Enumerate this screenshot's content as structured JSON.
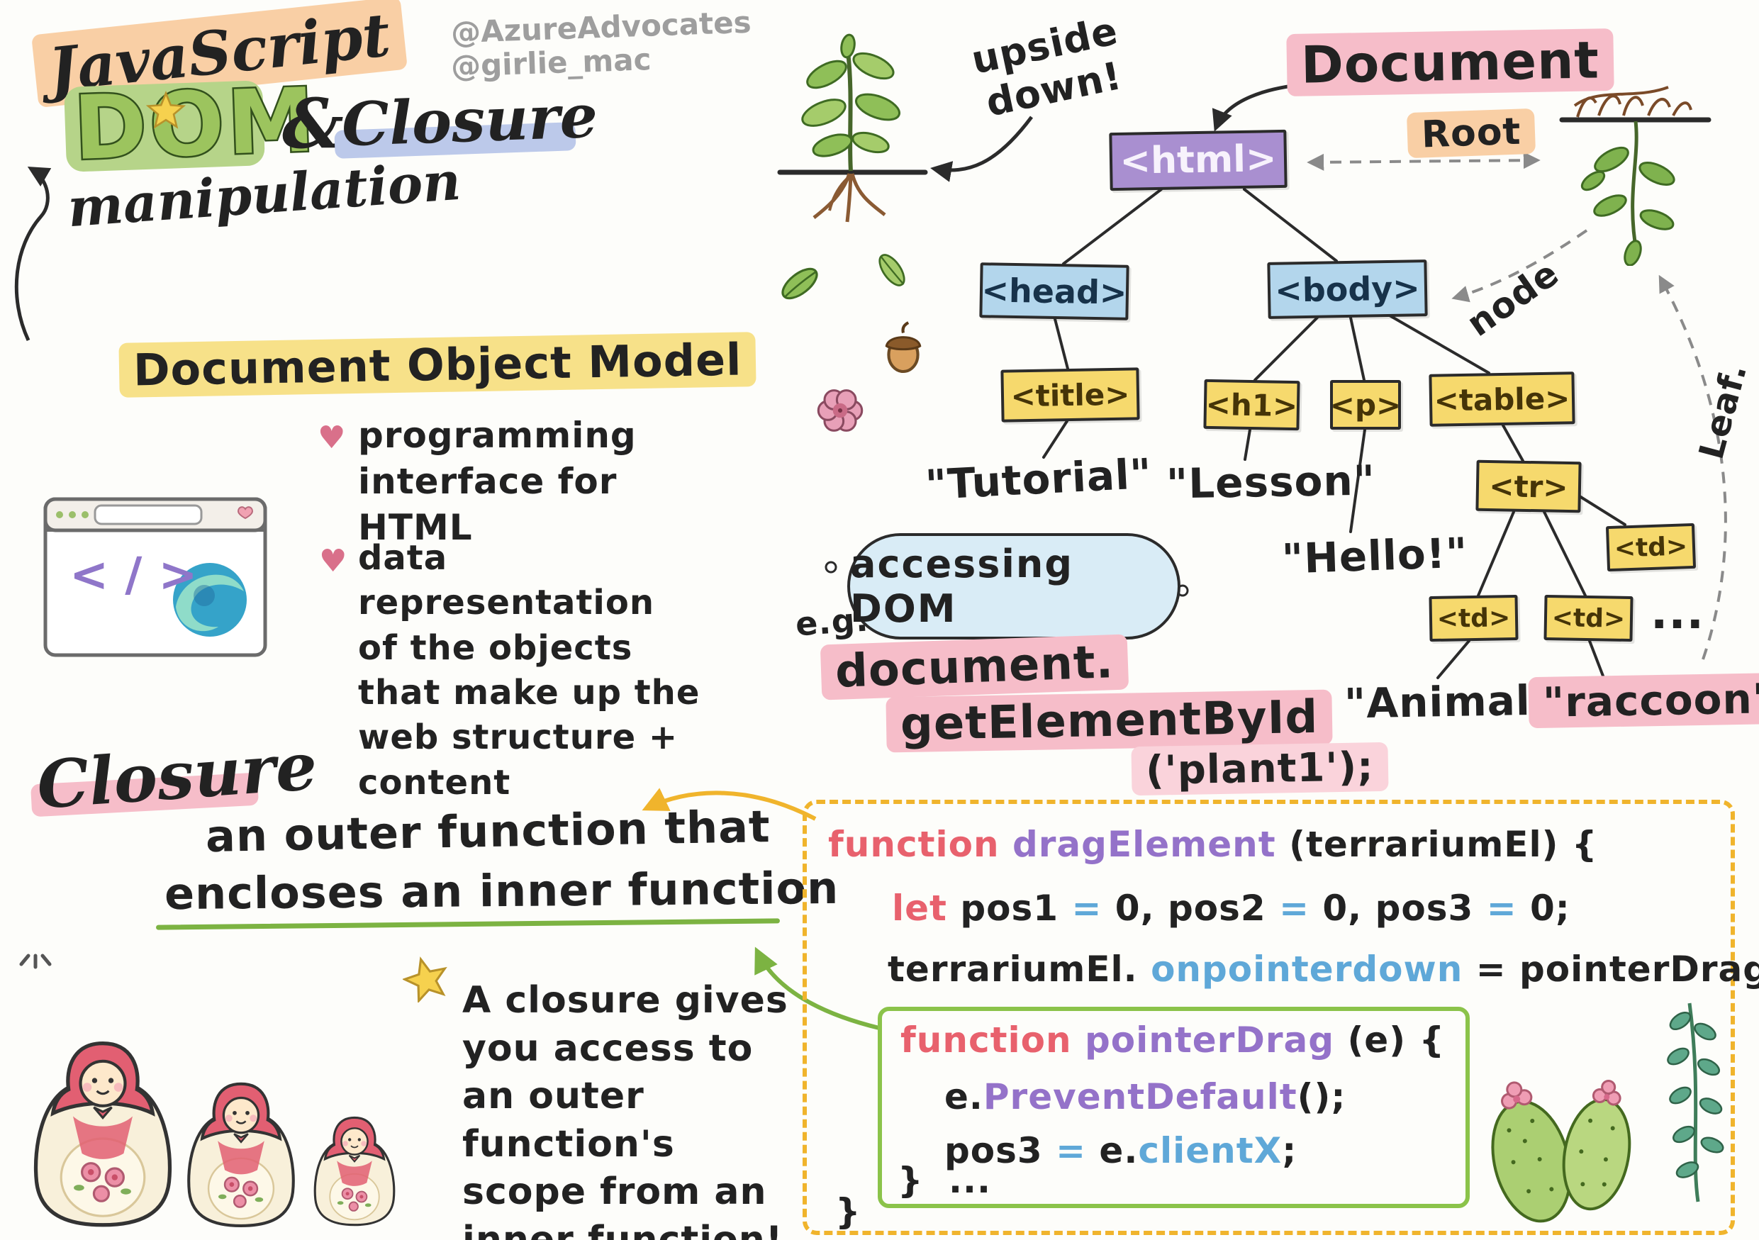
{
  "header": {
    "title_script": "JavaScript",
    "dom": "DOM",
    "ampersand": "&",
    "closure": "Closure",
    "manipulation": "manipulation",
    "handle1": "@AzureAdvocates",
    "handle2": "@girlie_mac",
    "subtitle": "Document Object Model"
  },
  "dom_notes": {
    "heart": "♥",
    "bullet1": "programming interface for HTML",
    "bullet2": "data representation of the objects that make up the web structure + content"
  },
  "browser": {
    "glyph": "< / >"
  },
  "closure_section": {
    "heading": "Closure",
    "def_line1": "an outer function that",
    "def_line2": "encloses an inner function",
    "note": "A closure gives you access to an outer function's scope from an inner function!"
  },
  "dom_tree": {
    "document_label": "Document",
    "upside_down_label": "upside down!",
    "root_label": "Root",
    "node_label": "node",
    "leaf_label": "Leaf.",
    "ellipsis": "...",
    "nodes": {
      "html": "<html>",
      "head": "<head>",
      "body": "<body>",
      "title": "<title>",
      "h1": "<h1>",
      "p": "<p>",
      "table": "<table>",
      "tr": "<tr>",
      "td_a": "<td>",
      "td_b": "<td>",
      "td_c": "<td>"
    },
    "texts": {
      "title_text": "\"Tutorial\"",
      "h1_text": "\"Lesson\"",
      "p_text": "\"Hello!\"",
      "animal": "\"Animal\"",
      "raccoon": "\"raccoon\""
    }
  },
  "accessing": {
    "eg_label": "e.g.",
    "cloud_text": "accessing DOM",
    "line1": "document.",
    "line2": "getElementById",
    "line3": "('plant1');"
  },
  "code_block": {
    "outer": {
      "l1t1": "function ",
      "l1t2": "dragElement ",
      "l1t3": "(terrariumEl) {",
      "l2t1": "let ",
      "l2t2": "pos1 ",
      "l2t3": "= ",
      "l2t4": "0, pos2 ",
      "l2t5": "= ",
      "l2t6": "0, pos3 ",
      "l2t7": "= ",
      "l2t8": "0;",
      "l3t1": "terrariumEl. ",
      "l3t2": "onpointerdown ",
      "l3t3": "= pointerDrag;"
    },
    "inner": {
      "l1t1": "function ",
      "l1t2": "pointerDrag",
      "l1t3": " (e) {",
      "l2t1": "e.",
      "l2t2": "PreventDefault",
      "l2t3": "();",
      "l3t1": "pos3 ",
      "l3t2": "= ",
      "l3t3": "e.",
      "l3t4": "clientX",
      "l3t5": ";",
      "l4": "...",
      "close_brace": "}"
    },
    "outer_close_brace": "}"
  },
  "colors": {
    "highlight_peach": "#f9cfa5",
    "highlight_yellow": "#f7e189",
    "highlight_blue": "#bcc9ea",
    "highlight_pink": "#f6bdc9",
    "dom_green": "#9cc45e",
    "box_purple": "#a98fd0",
    "box_blue": "#b3d6ec",
    "box_yellow": "#f6d96d",
    "code_red": "#e8616d",
    "code_purple": "#9472c9",
    "code_blue": "#5fa8d8",
    "dashed_border_orange": "#f0b42c",
    "inner_border_green": "#8bc34a"
  }
}
